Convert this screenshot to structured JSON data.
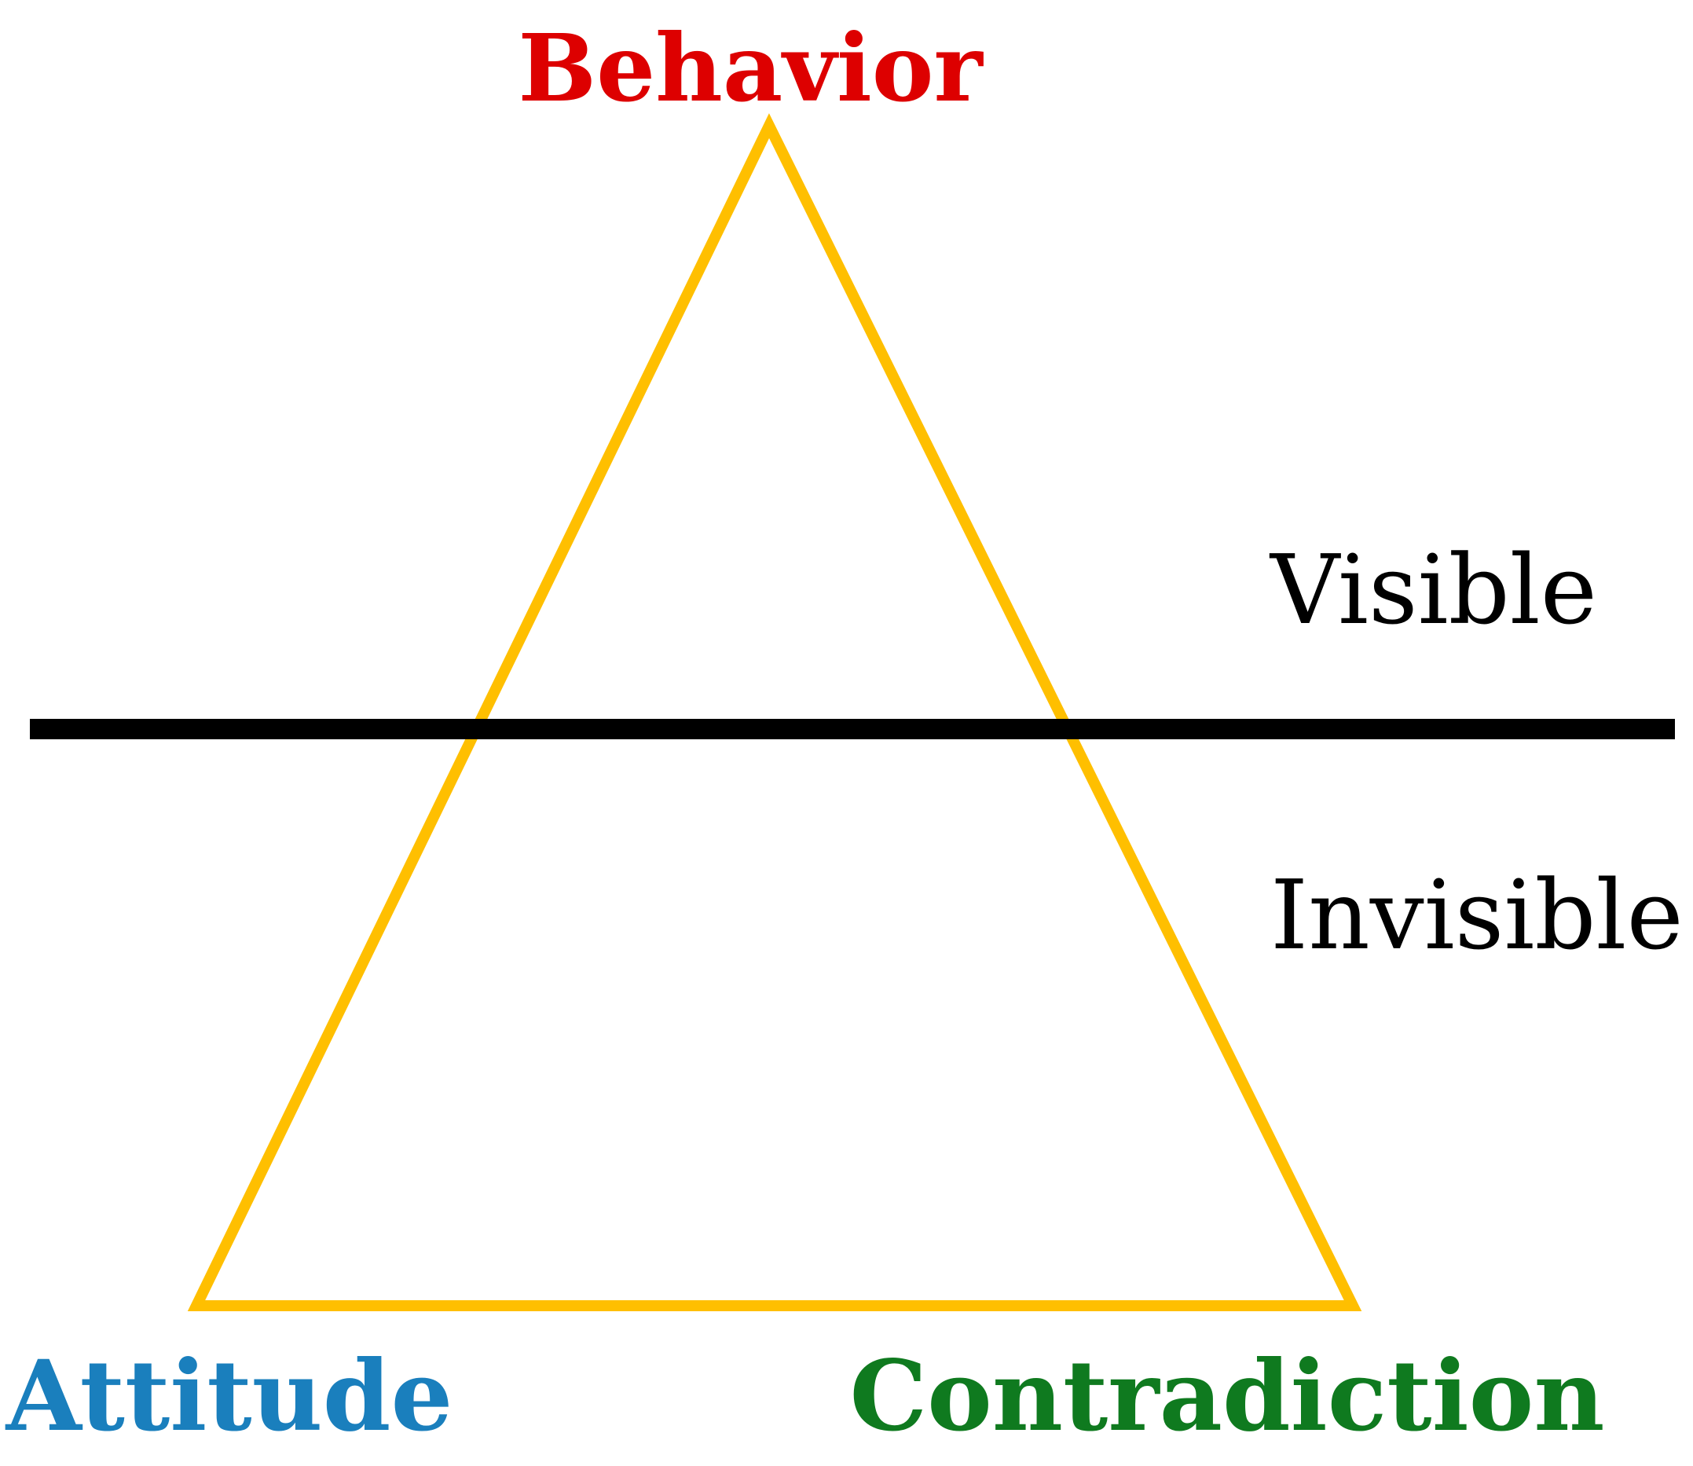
{
  "diagram": {
    "vertices": {
      "top": {
        "label": "Behavior",
        "color": "#dd0000"
      },
      "bottom_left": {
        "label": "Attitude",
        "color": "#1a7fbd"
      },
      "bottom_right": {
        "label": "Contradiction",
        "color": "#0f7a1f"
      }
    },
    "zones": {
      "above": {
        "label": "Visible",
        "color": "#000000"
      },
      "below": {
        "label": "Invisible",
        "color": "#000000"
      }
    },
    "colors": {
      "triangle_stroke": "#ffbf00",
      "divider_line": "#000000"
    }
  }
}
